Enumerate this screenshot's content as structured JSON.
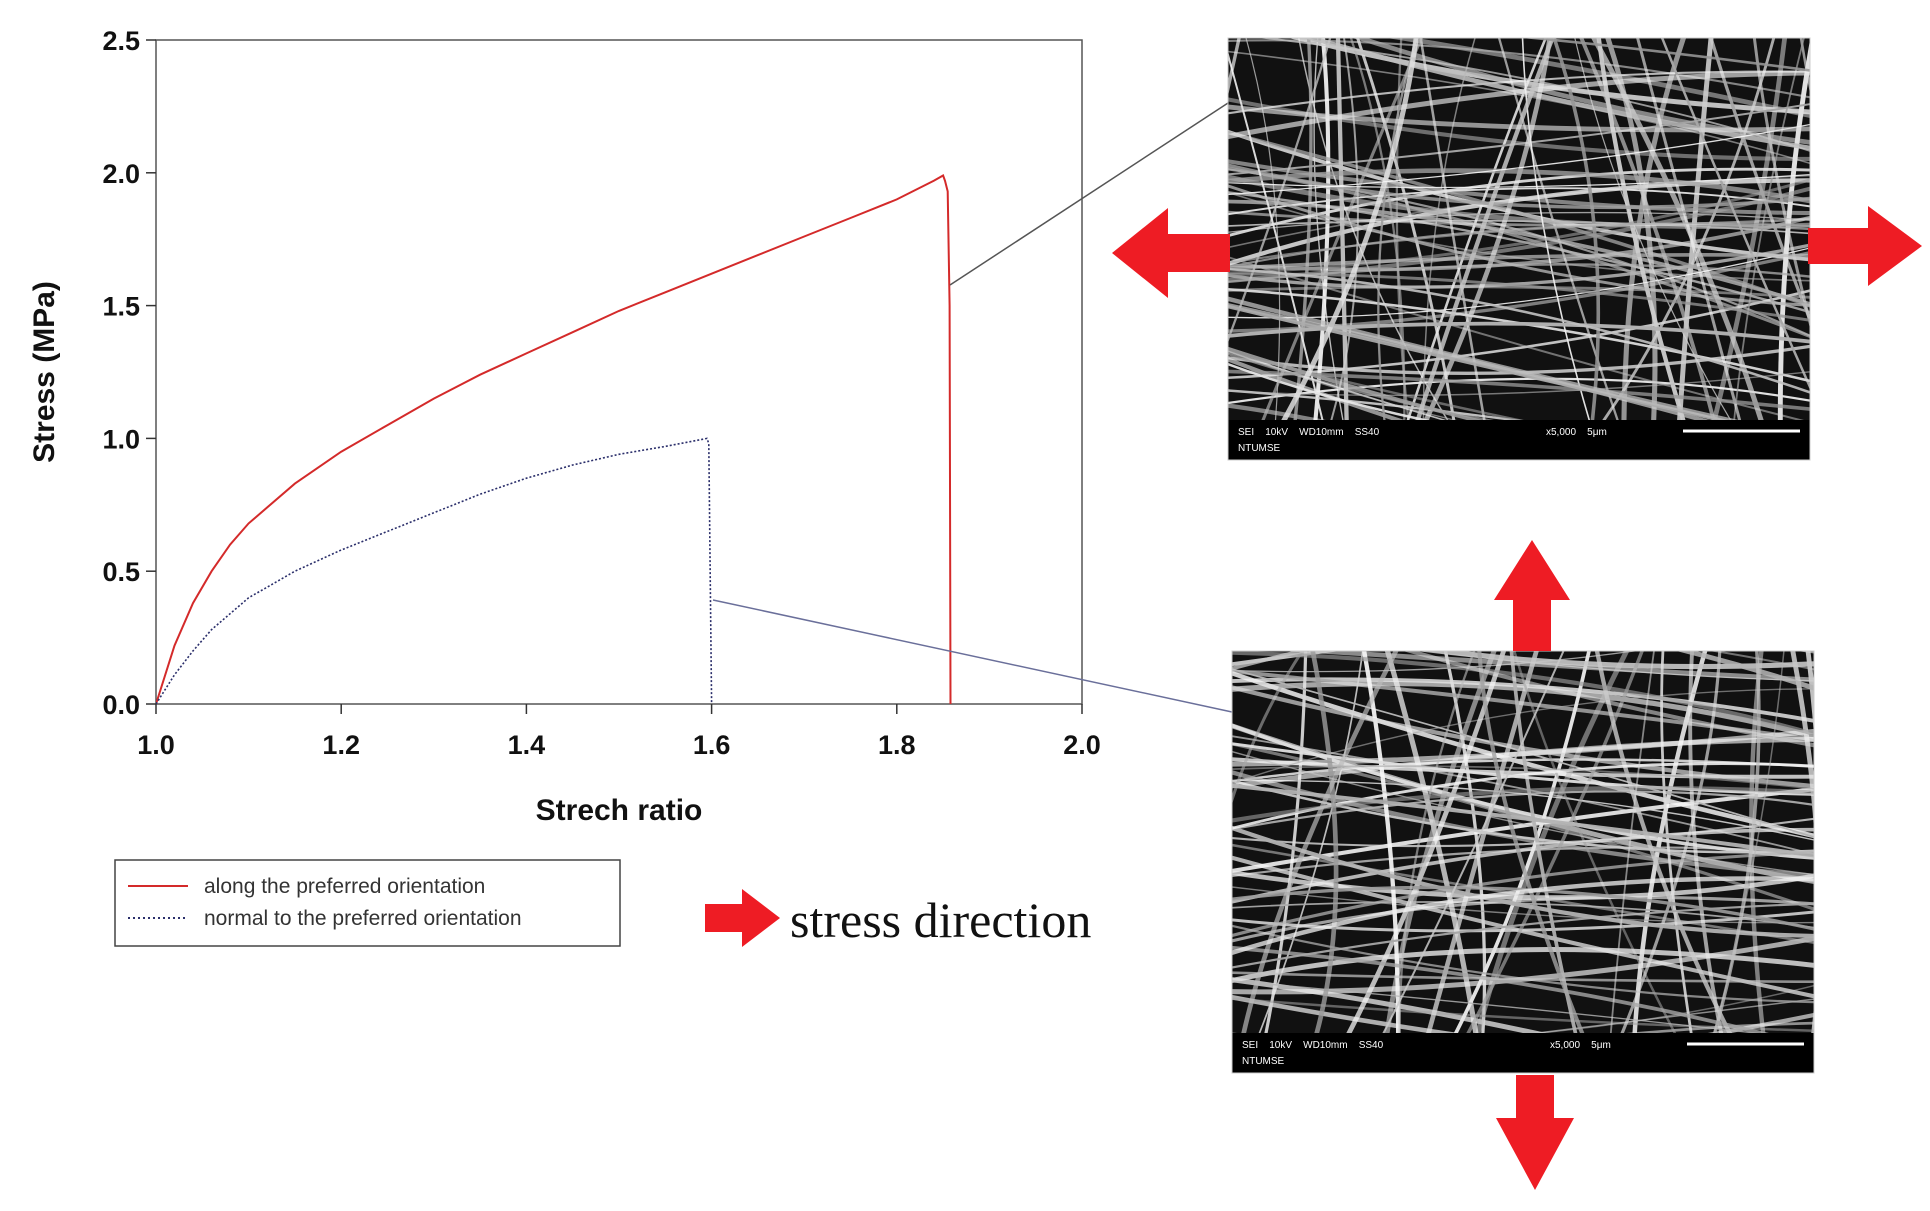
{
  "chart_data": {
    "type": "line",
    "xlabel": "Strech ratio",
    "ylabel": "Stress (MPa)",
    "xlim": [
      1.0,
      2.0
    ],
    "ylim": [
      0.0,
      2.5
    ],
    "xticks": [
      "1.0",
      "1.2",
      "1.4",
      "1.6",
      "1.8",
      "2.0"
    ],
    "yticks": [
      "0.0",
      "0.5",
      "1.0",
      "1.5",
      "2.0",
      "2.5"
    ],
    "grid": false,
    "legend_placement": "below",
    "series": [
      {
        "name": "along the preferred orientation",
        "color": "#d42a2a",
        "style": "solid",
        "x": [
          1.0,
          1.02,
          1.04,
          1.06,
          1.08,
          1.1,
          1.15,
          1.2,
          1.25,
          1.3,
          1.35,
          1.4,
          1.45,
          1.5,
          1.55,
          1.6,
          1.65,
          1.7,
          1.75,
          1.8,
          1.84,
          1.85,
          1.852,
          1.855,
          1.857,
          1.858
        ],
        "y": [
          0.0,
          0.22,
          0.38,
          0.5,
          0.6,
          0.68,
          0.83,
          0.95,
          1.05,
          1.15,
          1.24,
          1.32,
          1.4,
          1.48,
          1.55,
          1.62,
          1.69,
          1.76,
          1.83,
          1.9,
          1.97,
          1.99,
          1.97,
          1.93,
          1.5,
          0.0
        ]
      },
      {
        "name": "normal to the preferred orientation",
        "color": "#2b2f6b",
        "style": "dotted",
        "x": [
          1.0,
          1.02,
          1.04,
          1.06,
          1.08,
          1.1,
          1.15,
          1.2,
          1.25,
          1.3,
          1.35,
          1.4,
          1.45,
          1.5,
          1.55,
          1.58,
          1.595,
          1.597,
          1.6
        ],
        "y": [
          0.0,
          0.11,
          0.2,
          0.28,
          0.34,
          0.4,
          0.5,
          0.58,
          0.65,
          0.72,
          0.79,
          0.85,
          0.9,
          0.94,
          0.97,
          0.99,
          1.0,
          0.98,
          0.0
        ]
      }
    ]
  },
  "sem_images": {
    "top": {
      "info_left": "SEI    10kV    WD10mm    SS40",
      "info_right": "x5,000    5μm",
      "institution": "NTUMSE"
    },
    "bottom": {
      "info_left": "SEI    10kV    WD10mm    SS40",
      "info_right": "x5,000    5μm",
      "institution": "NTUMSE"
    }
  },
  "caption": {
    "text": "stress direction"
  },
  "colors": {
    "arrow": "#ee1c24",
    "sem_background": "#111111",
    "fiber": "#d8d8d8"
  }
}
